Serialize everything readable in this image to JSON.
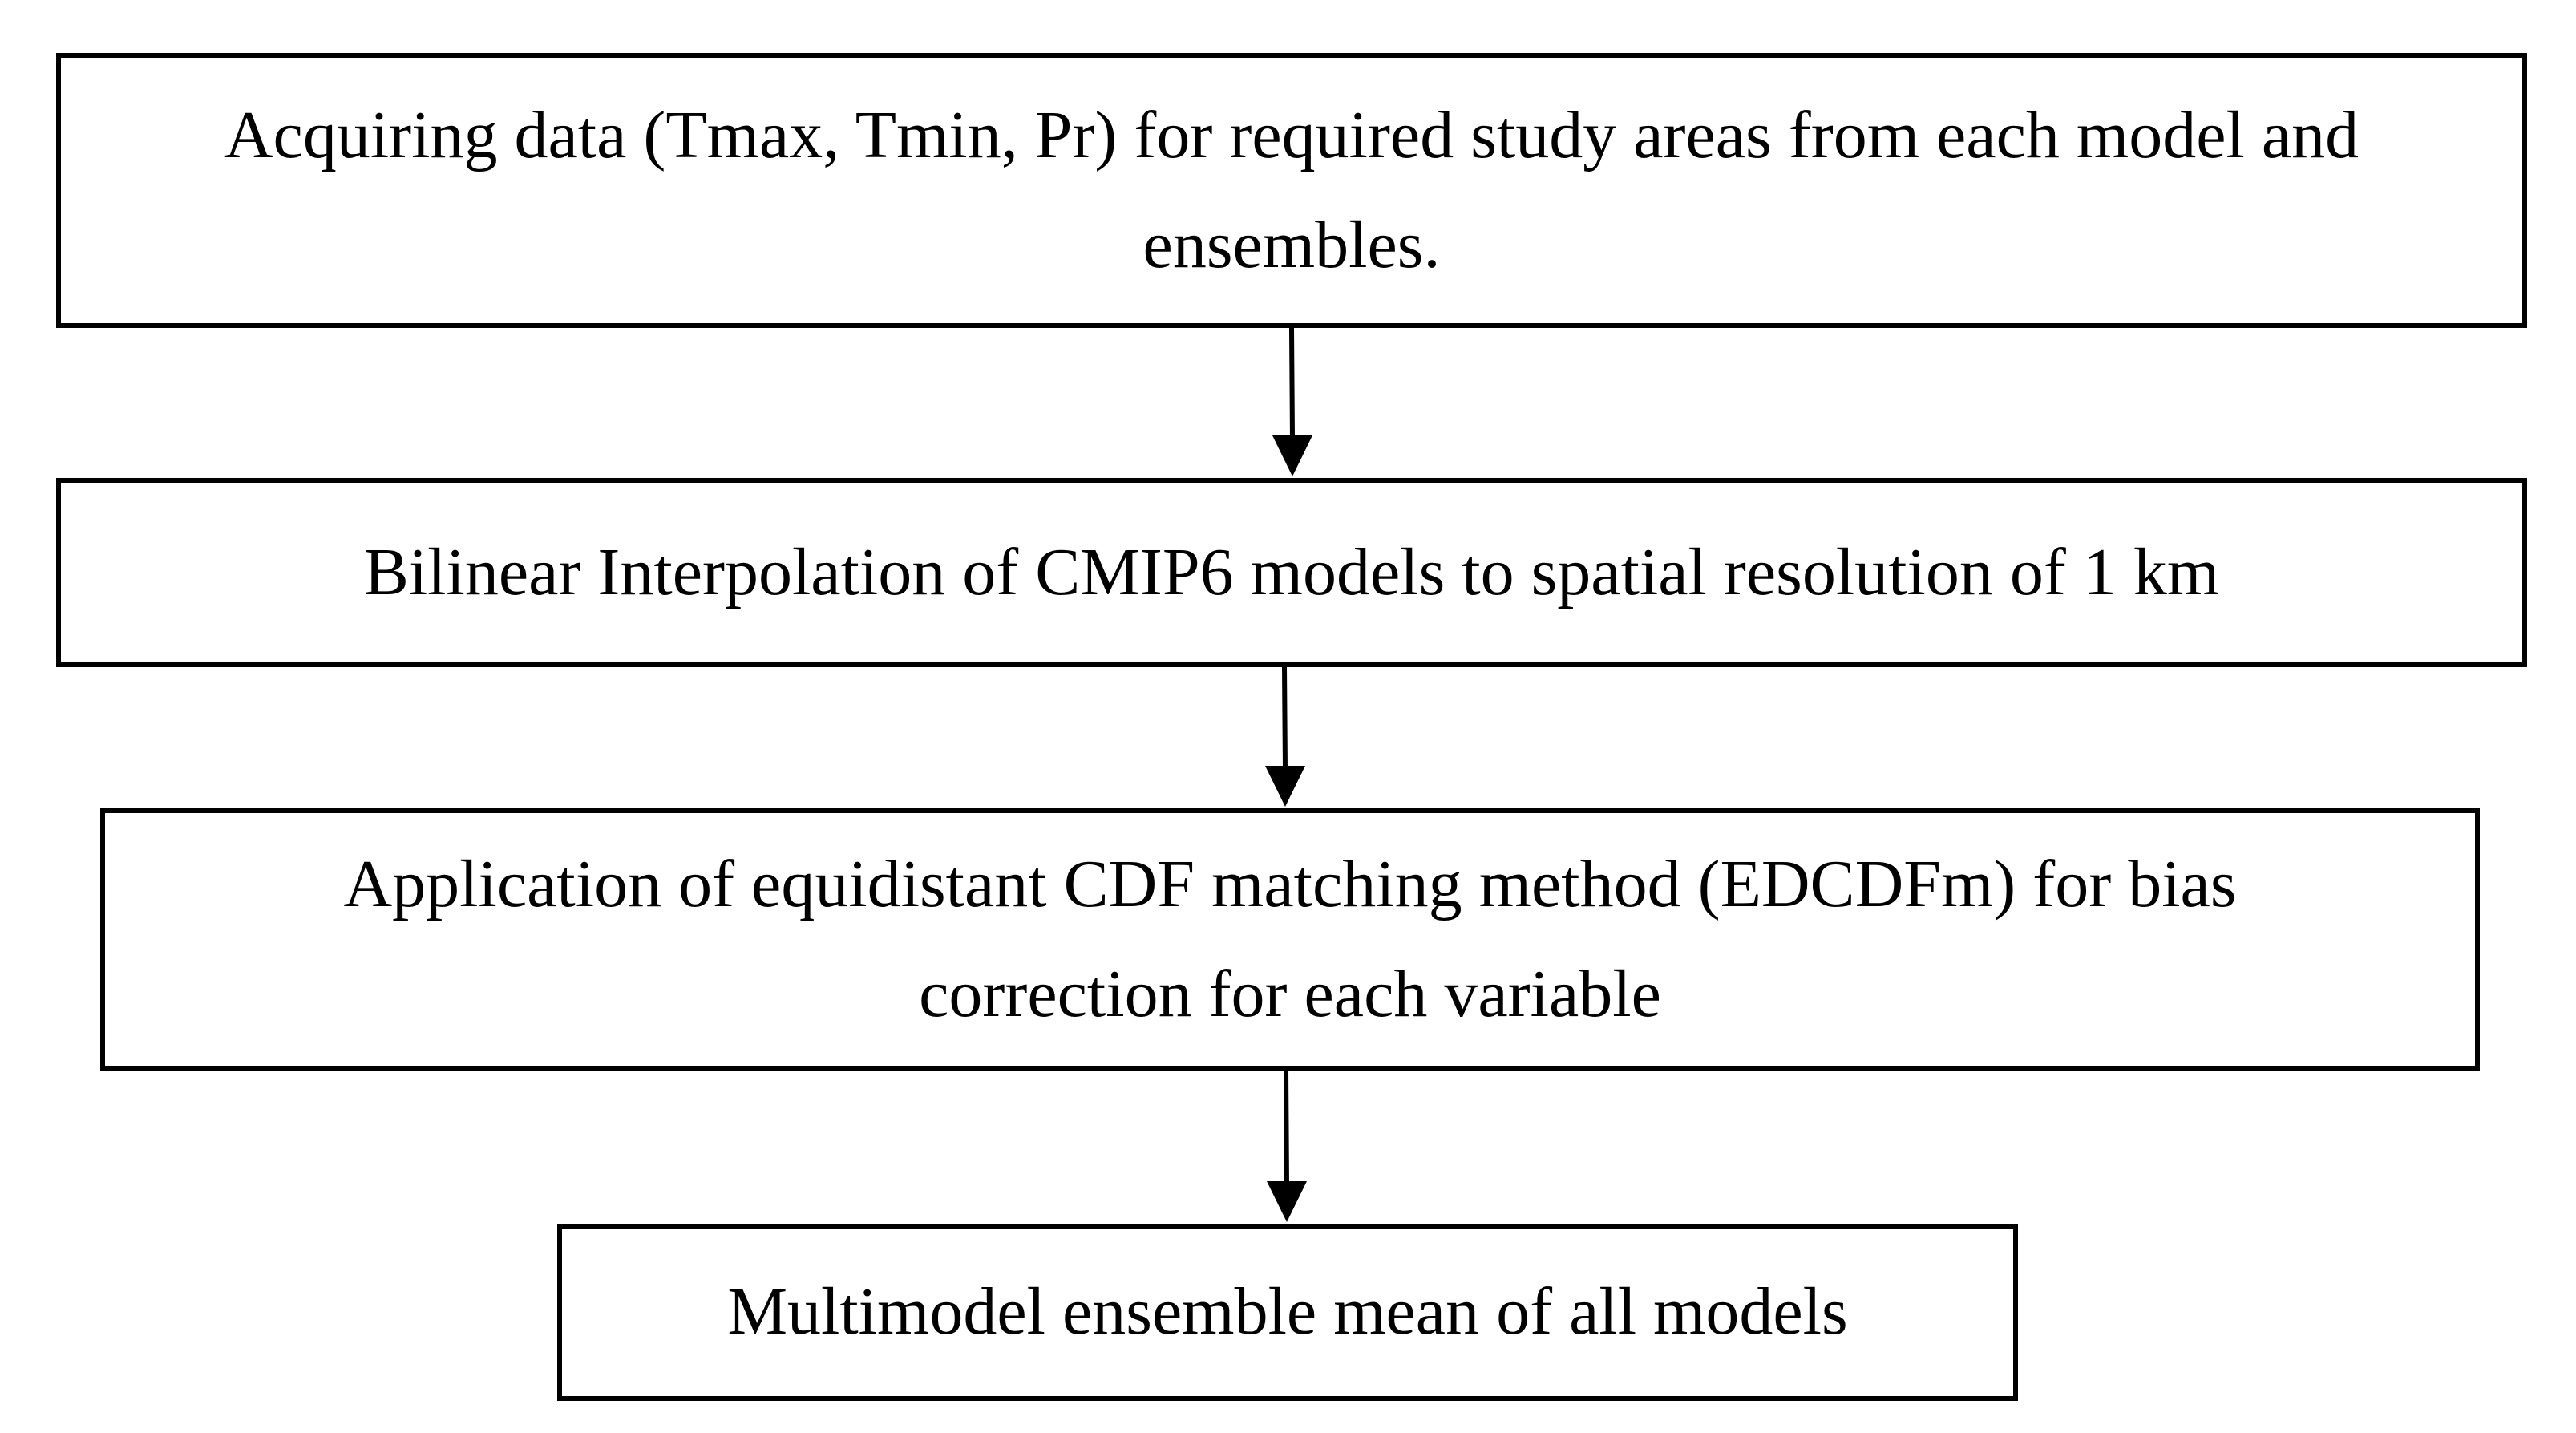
{
  "flowchart": {
    "steps": [
      {
        "text": "Acquiring data (Tmax, Tmin, Pr) for required study areas from each model and ensembles."
      },
      {
        "text": "Bilinear Interpolation of CMIP6 models to spatial resolution of 1 km"
      },
      {
        "text": "Application of equidistant CDF matching method (EDCDFm) for bias correction for each variable"
      },
      {
        "text": "Multimodel ensemble mean of all models"
      }
    ],
    "connectors": [
      {
        "from": 1,
        "to": 2
      },
      {
        "from": 2,
        "to": 3
      },
      {
        "from": 3,
        "to": 4
      }
    ],
    "colors": {
      "stroke": "#000000",
      "background": "#ffffff"
    }
  }
}
